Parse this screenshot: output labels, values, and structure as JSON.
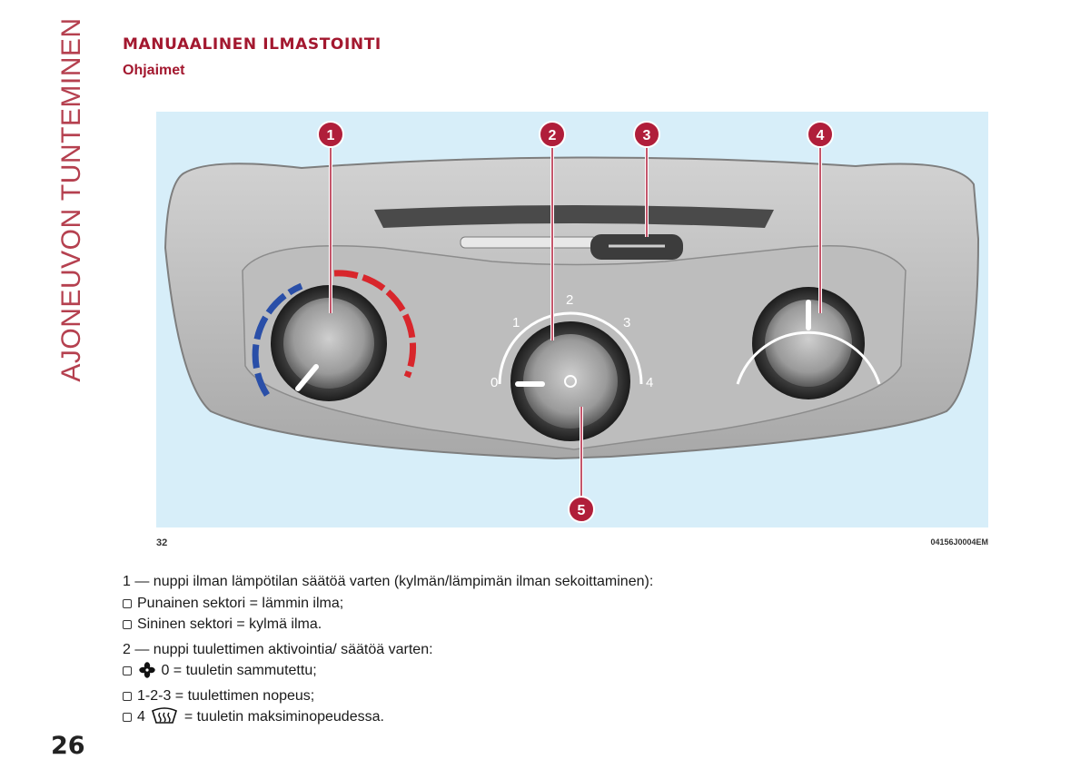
{
  "side_tab": "AJONEUVON TUNTEMINEN",
  "section_title": "MANUAALINEN ILMASTOINTI",
  "subsection_title": "Ohjaimet",
  "figure": {
    "number": "32",
    "code": "04156J0004EM",
    "callouts": [
      "1",
      "2",
      "3",
      "4",
      "5"
    ],
    "fan_scale": [
      "0",
      "1",
      "2",
      "3",
      "4"
    ],
    "colors": {
      "background": "#d7eef9",
      "callout": "#b01e3a",
      "warm": "#d8262c",
      "cold": "#2a4fa8",
      "panel": "#b9b9b9"
    }
  },
  "items": [
    {
      "text": "1 — nuppi ilman lämpötilan säätöä varten (kylmän/lämpimän ilman sekoittaminen):"
    },
    {
      "bullet": true,
      "text": "Punainen sektori = lämmin ilma;"
    },
    {
      "bullet": true,
      "text": "Sininen sektori = kylmä ilma."
    },
    {
      "text": "2 — nuppi tuulettimen aktivointia/ säätöä varten:"
    },
    {
      "bullet": true,
      "icon": "fan-icon",
      "text": "0 = tuuletin sammutettu;"
    },
    {
      "bullet": true,
      "text": "1-2-3 = tuulettimen nopeus;"
    },
    {
      "bullet": true,
      "prefix": "4",
      "icon": "windscreen-defrost-icon",
      "text": "= tuuletin maksiminopeudessa."
    }
  ],
  "page_number": "26"
}
